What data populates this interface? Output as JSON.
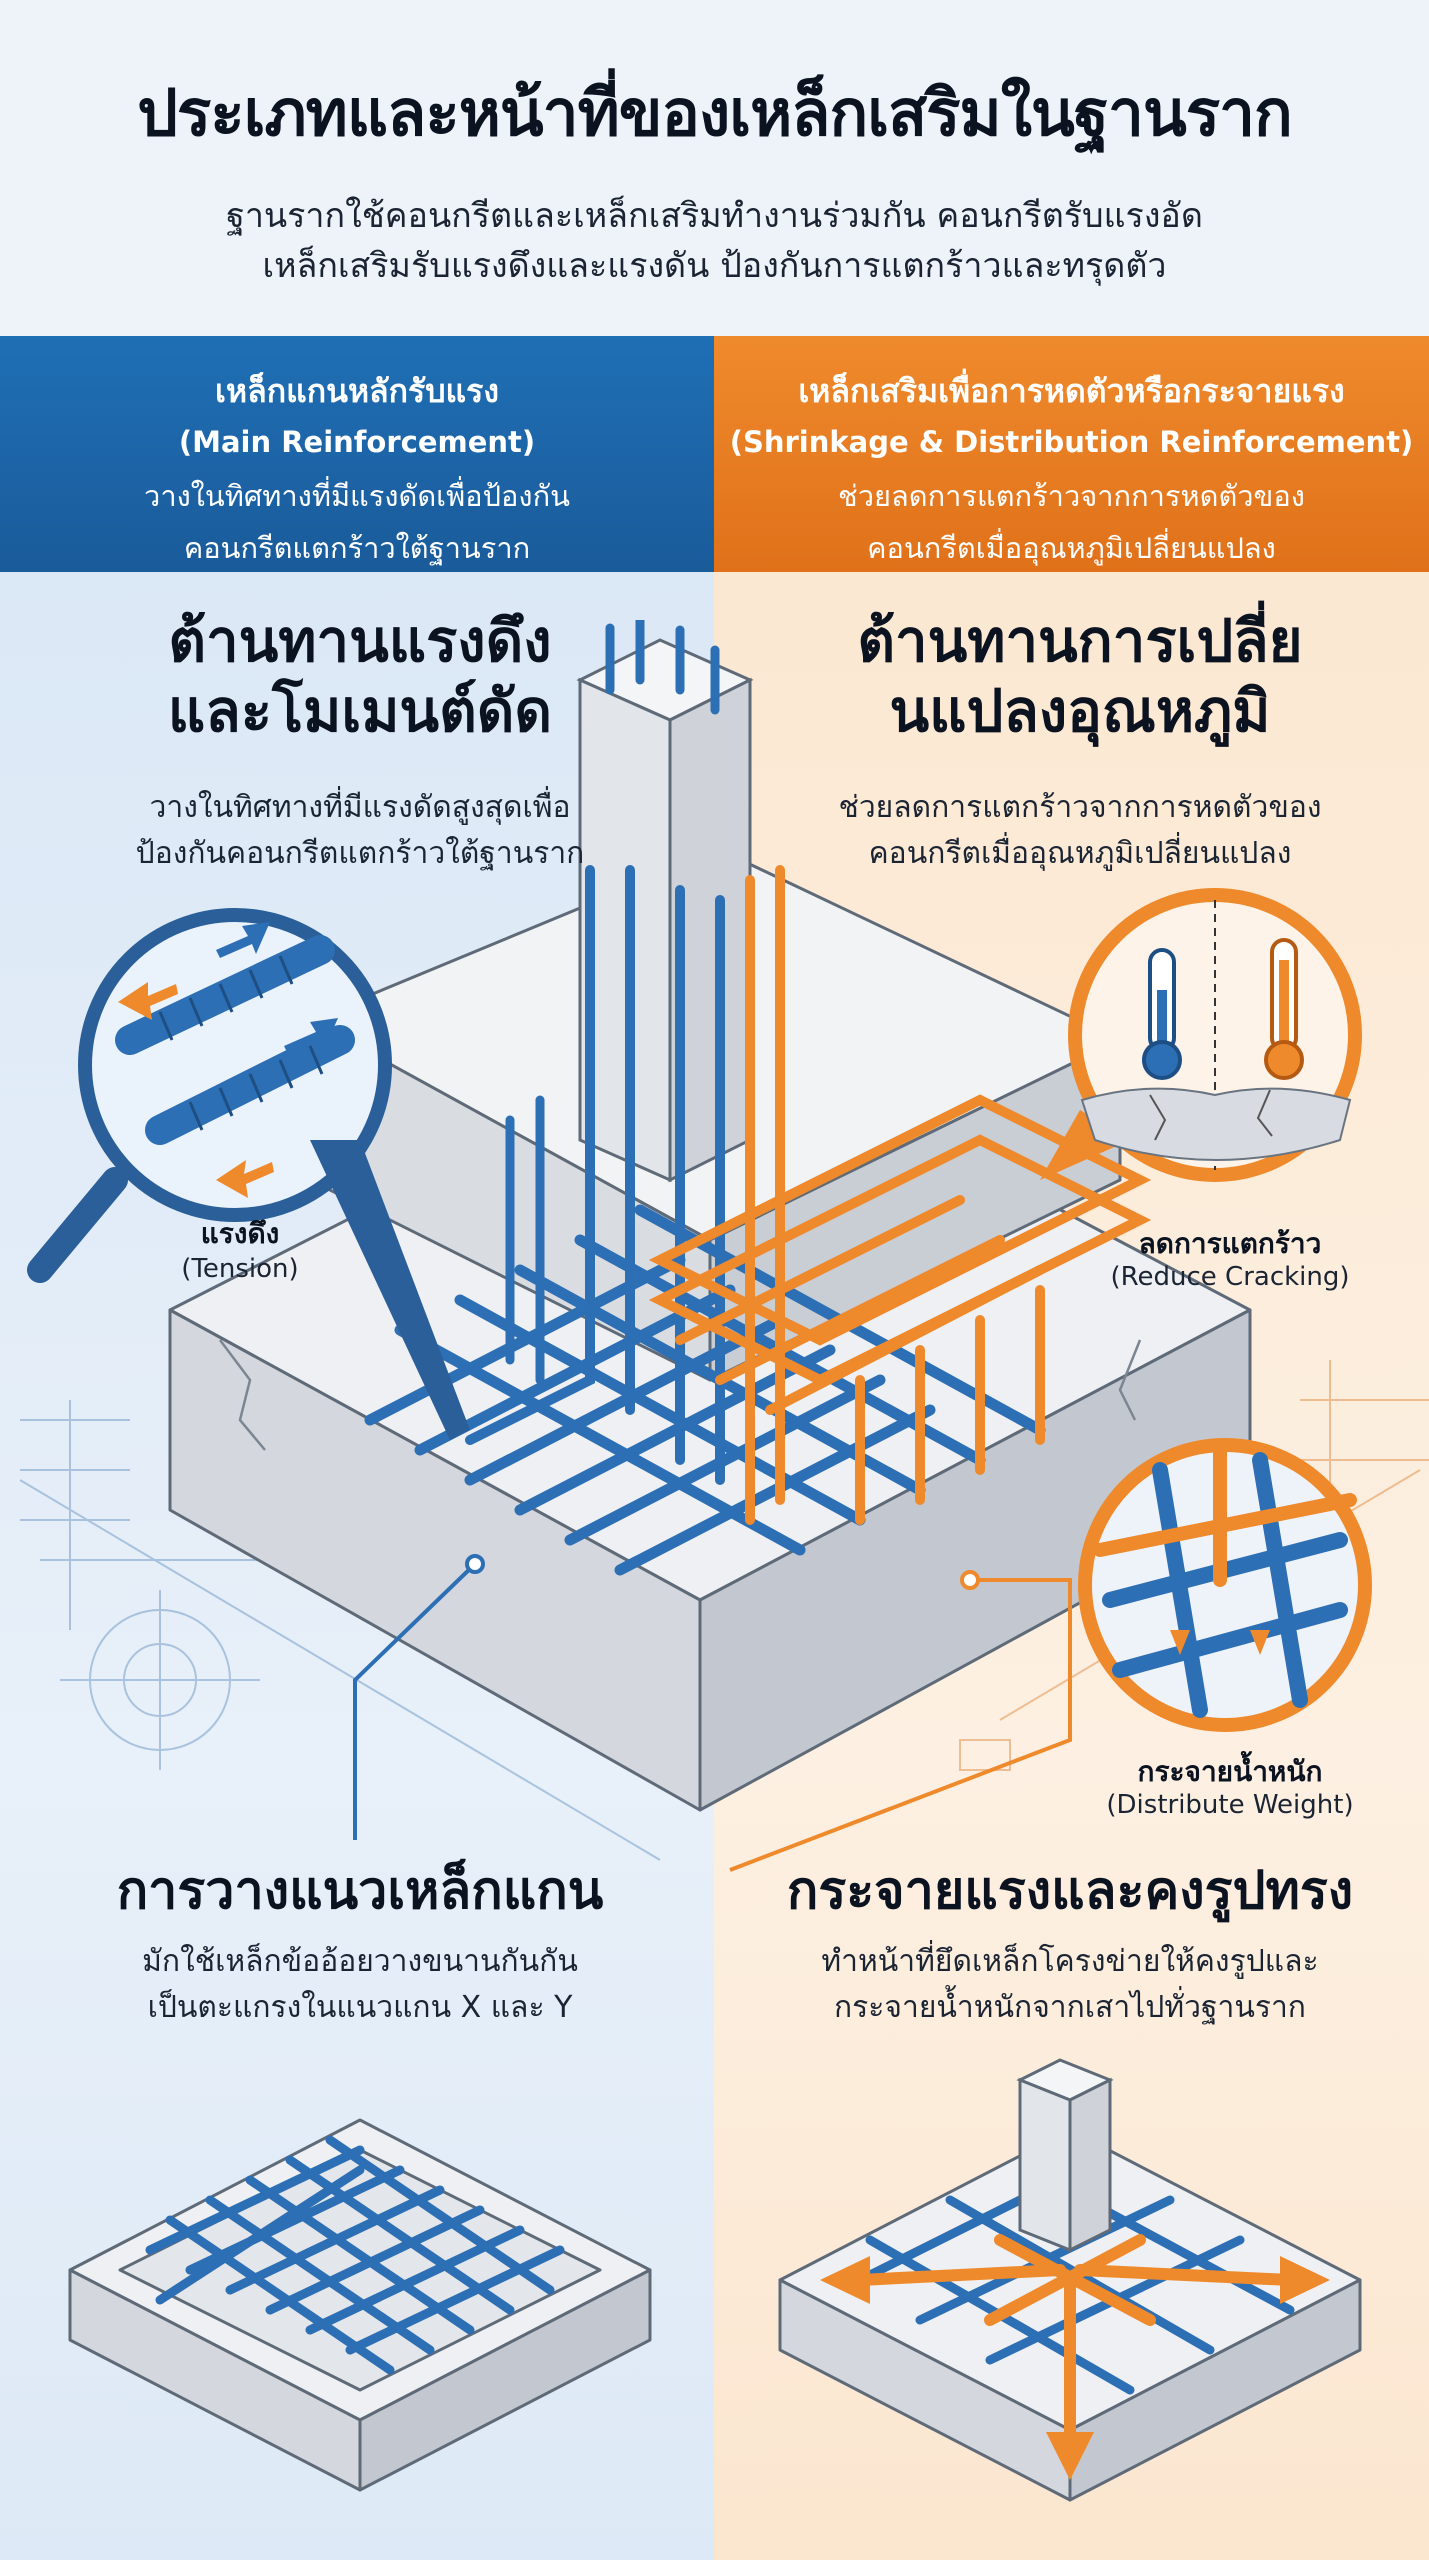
{
  "header": {
    "title": "ประเภทและหน้าที่ของเหล็กเสริมในฐานราก",
    "subtitle_line1": "ฐานรากใช้คอนกรีตและเหล็กเสริมทำงานร่วมกัน คอนกรีตรับแรงอัด",
    "subtitle_line2": "เหล็กเสริมรับแรงดึงและแรงดัน ป้องกันการแตกร้าวและทรุดตัว"
  },
  "banners": {
    "left": {
      "title": "เหล็กแกนหลักรับแรง",
      "english": "(Main Reinforcement)",
      "desc_line1": "วางในทิศทางที่มีแรงดัดเพื่อป้องกัน",
      "desc_line2": "คอนกรีตแตกร้าวใต้ฐานราก"
    },
    "right": {
      "title": "เหล็กเสริมเพื่อการหดตัวหรือกระจายแรง",
      "english": "(Shrinkage & Distribution Reinforcement)",
      "desc_line1": "ช่วยลดการแตกร้าวจากการหดตัวของ",
      "desc_line2": "คอนกรีตเมื่ออุณหภูมิเปลี่ยนแปลง"
    }
  },
  "sections": {
    "tension": {
      "heading_line1": "ต้านทานแรงดึง",
      "heading_line2": "และโมเมนต์ดัด",
      "desc_line1": "วางในทิศทางที่มีแรงดัดสูงสุดเพื่อ",
      "desc_line2": "ป้องกันคอนกรีตแตกร้าวใต้ฐานราก"
    },
    "temperature": {
      "heading_line1": "ต้านทานการเปลี่ย",
      "heading_line2": "นแปลงอุณหภูมิ",
      "desc_line1": "ช่วยลดการแตกร้าวจากการหดตัวของ",
      "desc_line2": "คอนกรีตเมื่ออุณหภูมิเปลี่ยนแปลง"
    },
    "placement": {
      "heading": "การวางแนวเหล็กแกน",
      "desc_line1": "มักใช้เหล็กข้ออ้อยวางขนานกันกัน",
      "desc_line2": "เป็นตะแกรงในแนวแกน X และ Y"
    },
    "distribution": {
      "heading": "กระจายแรงและคงรูปทรง",
      "desc_line1": "ทำหน้าที่ยึดเหล็กโครงข่ายให้คงรูปและ",
      "desc_line2": "กระจายน้ำหนักจากเสาไปทั่วฐานราก"
    }
  },
  "callouts": {
    "tension": {
      "label": "แรงดึง",
      "english": "(Tension)"
    },
    "cracking": {
      "label": "ลดการแตกร้าว",
      "english": "(Reduce Cracking)"
    },
    "weight": {
      "label": "กระจายน้ำหนัก",
      "english": "(Distribute Weight)"
    }
  },
  "colors": {
    "blue": "#1f6fb5",
    "orange": "#ef8a2c",
    "concrete": "#e6e9ee",
    "ink": "#0b1220"
  }
}
